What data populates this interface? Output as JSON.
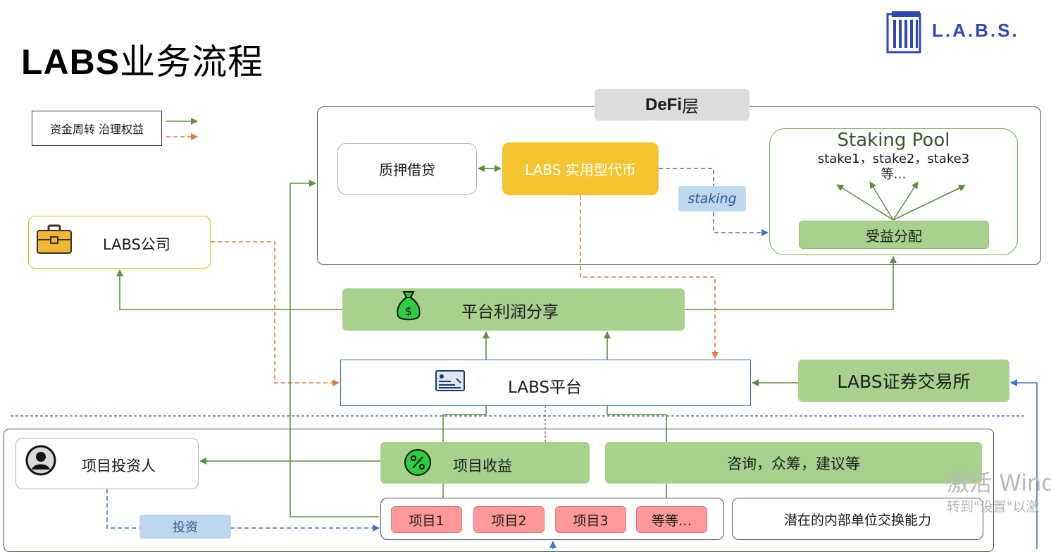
{
  "title": {
    "bold": "LABS",
    "rest": "业务流程"
  },
  "logo": {
    "text": "L.A.B.S."
  },
  "legend": {
    "label": "资金周转 治理权益"
  },
  "colors": {
    "green": "#5b8f3c",
    "orange": "#e07b39",
    "blue": "#4472c4",
    "light_green": "#a9d18e",
    "yellow": "#f4c430"
  },
  "defi": {
    "tab_bold": "DeFi",
    "tab_rest": "层",
    "pledge": "质押借贷",
    "token": "LABS 实用型代币",
    "staking": "staking",
    "pool": {
      "title": "Staking Pool",
      "line1": "stake1，stake2，stake3",
      "line2": "等…",
      "benefit": "受益分配"
    }
  },
  "company": {
    "label": "LABS公司",
    "icon": "briefcase-icon"
  },
  "profit": {
    "label": "平台利润分享",
    "icon": "money-bag-icon"
  },
  "platform": {
    "label": "LABS平台",
    "icon": "id-card-icon"
  },
  "exchange": {
    "label": "LABS证券交易所"
  },
  "investor": {
    "label": "项目投资人",
    "icon": "user-icon"
  },
  "project_income": {
    "label": "项目收益",
    "icon": "percent-icon"
  },
  "consulting": {
    "label": "咨询，众筹，建议等"
  },
  "projects": [
    "项目1",
    "项目2",
    "项目3",
    "等等…"
  ],
  "potential": {
    "label": "潜在的内部单位交换能力"
  },
  "invest": {
    "label": "投资"
  },
  "watermark": {
    "line1": "激活 Wind",
    "line2": "转到\"设置\"以激"
  }
}
